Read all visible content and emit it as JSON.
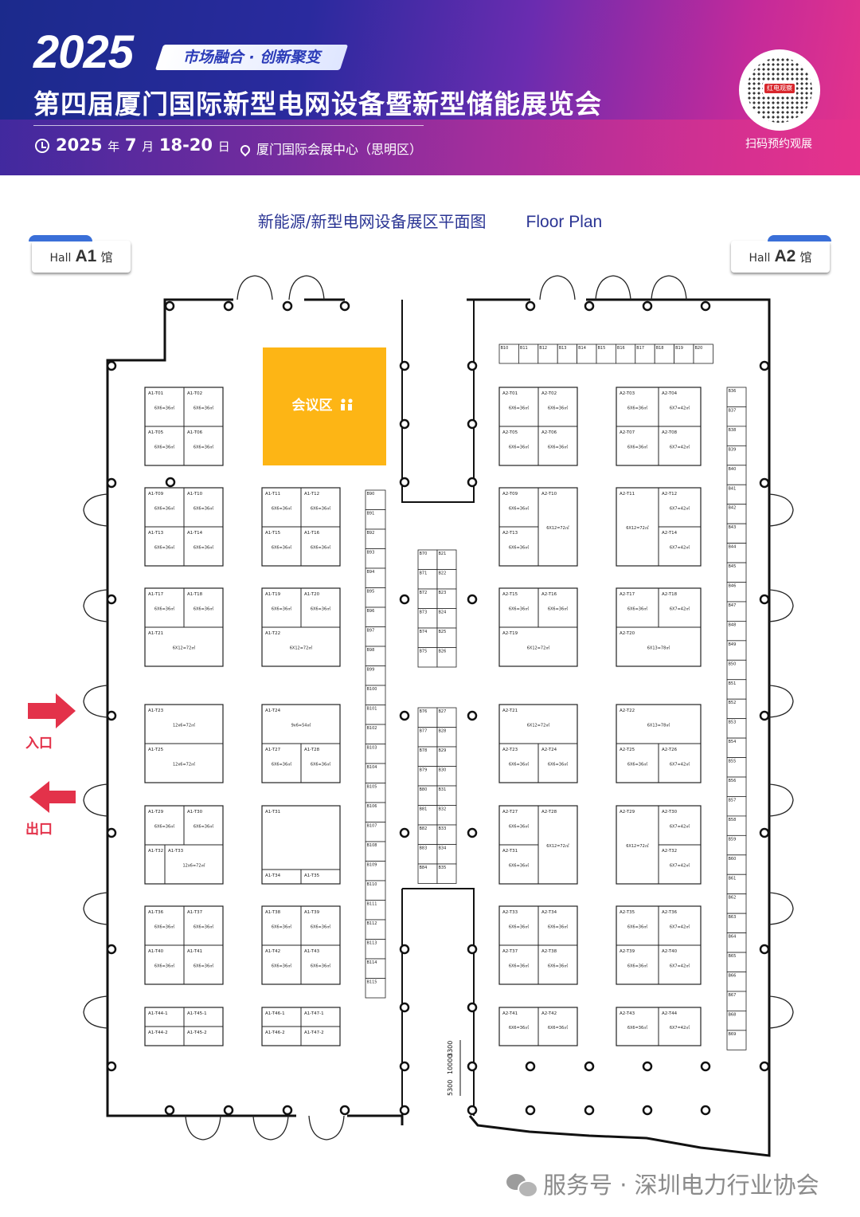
{
  "header": {
    "year": "2025",
    "slogan": "市场融合 · 创新聚变",
    "title": "第四届厦门国际新型电网设备暨新型储能展览会",
    "date_parts": [
      "2025",
      "年",
      "7",
      "月",
      "18-20",
      "日"
    ],
    "venue": "厦门国际会展中心（思明区）",
    "qr_brand": "红电观察",
    "qr_caption": "扫码预约观展"
  },
  "plan": {
    "title_cn": "新能源/新型电网设备展区平面图",
    "title_en": "Floor Plan",
    "meeting_area": "会议区",
    "hall_left": {
      "prefix": "Hall",
      "name": "A1",
      "suffix": "馆"
    },
    "hall_right": {
      "prefix": "Hall",
      "name": "A2",
      "suffix": "馆"
    },
    "entrance": "入口",
    "exit": "出口",
    "dimension_a": "5300",
    "dimension_b": "10000",
    "dimension_c": "3300"
  },
  "booths_a1": [
    {
      "id": "A1-T01",
      "size": "6X6=36㎡"
    },
    {
      "id": "A1-T02",
      "size": "6X6=36㎡"
    },
    {
      "id": "A1-T05",
      "size": "6X6=36㎡"
    },
    {
      "id": "A1-T06",
      "size": "6X6=36㎡"
    },
    {
      "id": "A1-T09",
      "size": "6X6=36㎡"
    },
    {
      "id": "A1-T10",
      "size": "6X6=36㎡"
    },
    {
      "id": "A1-T13",
      "size": "6X6=36㎡"
    },
    {
      "id": "A1-T14",
      "size": "6X6=36㎡"
    },
    {
      "id": "A1-T11",
      "size": "6X6=36㎡"
    },
    {
      "id": "A1-T12",
      "size": "6X6=36㎡"
    },
    {
      "id": "A1-T15",
      "size": "6X6=36㎡"
    },
    {
      "id": "A1-T16",
      "size": "6X6=36㎡"
    },
    {
      "id": "A1-T17",
      "size": "6X6=36㎡"
    },
    {
      "id": "A1-T18",
      "size": "6X6=36㎡"
    },
    {
      "id": "A1-T21",
      "size": "6X12=72㎡"
    },
    {
      "id": "A1-T19",
      "size": "6X6=36㎡"
    },
    {
      "id": "A1-T20",
      "size": "6X6=36㎡"
    },
    {
      "id": "A1-T22",
      "size": "6X12=72㎡"
    },
    {
      "id": "A1-T23",
      "size": "12x6=72㎡"
    },
    {
      "id": "A1-T25",
      "size": "12x6=72㎡"
    },
    {
      "id": "A1-T24",
      "size": "9x6=54㎡"
    },
    {
      "id": "A1-T27",
      "size": "6X6=36㎡"
    },
    {
      "id": "A1-T28",
      "size": "6X6=36㎡"
    },
    {
      "id": "A1-T29",
      "size": "6X6=36㎡"
    },
    {
      "id": "A1-T30",
      "size": "6X6=36㎡"
    },
    {
      "id": "A1-T32",
      "size": ""
    },
    {
      "id": "A1-T33",
      "size": "12x6=72㎡"
    },
    {
      "id": "A1-T31",
      "size": ""
    },
    {
      "id": "A1-T34",
      "size": ""
    },
    {
      "id": "A1-T35",
      "size": ""
    },
    {
      "id": "A1-T36",
      "size": "6X6=36㎡"
    },
    {
      "id": "A1-T37",
      "size": "6X6=36㎡"
    },
    {
      "id": "A1-T40",
      "size": "6X6=36㎡"
    },
    {
      "id": "A1-T41",
      "size": "6X6=36㎡"
    },
    {
      "id": "A1-T38",
      "size": "6X6=36㎡"
    },
    {
      "id": "A1-T39",
      "size": "6X6=36㎡"
    },
    {
      "id": "A1-T42",
      "size": "6X6=36㎡"
    },
    {
      "id": "A1-T43",
      "size": "6X6=36㎡"
    },
    {
      "id": "A1-T44-1",
      "size": ""
    },
    {
      "id": "A1-T45-1",
      "size": ""
    },
    {
      "id": "A1-T44-2",
      "size": ""
    },
    {
      "id": "A1-T45-2",
      "size": ""
    },
    {
      "id": "A1-T46-1",
      "size": ""
    },
    {
      "id": "A1-T47-1",
      "size": ""
    },
    {
      "id": "A1-T46-2",
      "size": ""
    },
    {
      "id": "A1-T47-2",
      "size": ""
    }
  ],
  "booths_a2": [
    {
      "id": "A2-T01",
      "size": "6X6=36㎡"
    },
    {
      "id": "A2-T02",
      "size": "6X6=36㎡"
    },
    {
      "id": "A2-T05",
      "size": "6X6=36㎡"
    },
    {
      "id": "A2-T06",
      "size": "6X6=36㎡"
    },
    {
      "id": "A2-T03",
      "size": "6X6=36㎡"
    },
    {
      "id": "A2-T04",
      "size": "6X7=42㎡"
    },
    {
      "id": "A2-T07",
      "size": "6X6=36㎡"
    },
    {
      "id": "A2-T08",
      "size": "6X7=42㎡"
    },
    {
      "id": "A2-T09",
      "size": "6X6=36㎡"
    },
    {
      "id": "A2-T10",
      "size": "6X12=72㎡"
    },
    {
      "id": "A2-T13",
      "size": "6X6=36㎡"
    },
    {
      "id": "A2-T11",
      "size": "6X12=72㎡"
    },
    {
      "id": "A2-T12",
      "size": "6X7=42㎡"
    },
    {
      "id": "A2-T14",
      "size": "6X7=42㎡"
    },
    {
      "id": "A2-T15",
      "size": "6X6=36㎡"
    },
    {
      "id": "A2-T16",
      "size": "6X6=36㎡"
    },
    {
      "id": "A2-T19",
      "size": "6X12=72㎡"
    },
    {
      "id": "A2-T17",
      "size": "6X6=36㎡"
    },
    {
      "id": "A2-T18",
      "size": "6X7=42㎡"
    },
    {
      "id": "A2-T20",
      "size": "6X13=78㎡"
    },
    {
      "id": "A2-T21",
      "size": "6X12=72㎡"
    },
    {
      "id": "A2-T23",
      "size": "6X6=36㎡"
    },
    {
      "id": "A2-T24",
      "size": "6X6=36㎡"
    },
    {
      "id": "A2-T22",
      "size": "6X13=78㎡"
    },
    {
      "id": "A2-T25",
      "size": "6X6=36㎡"
    },
    {
      "id": "A2-T26",
      "size": "6X7=42㎡"
    },
    {
      "id": "A2-T27",
      "size": "6X6=36㎡"
    },
    {
      "id": "A2-T28",
      "size": "6X12=72㎡"
    },
    {
      "id": "A2-T31",
      "size": "6X6=36㎡"
    },
    {
      "id": "A2-T29",
      "size": "6X12=72㎡"
    },
    {
      "id": "A2-T30",
      "size": "6X7=42㎡"
    },
    {
      "id": "A2-T32",
      "size": "6X7=42㎡"
    },
    {
      "id": "A2-T33",
      "size": "6X6=36㎡"
    },
    {
      "id": "A2-T34",
      "size": "6X6=36㎡"
    },
    {
      "id": "A2-T37",
      "size": "6X6=36㎡"
    },
    {
      "id": "A2-T38",
      "size": "6X6=36㎡"
    },
    {
      "id": "A2-T35",
      "size": "6X6=36㎡"
    },
    {
      "id": "A2-T36",
      "size": "6X7=42㎡"
    },
    {
      "id": "A2-T39",
      "size": "6X6=36㎡"
    },
    {
      "id": "A2-T40",
      "size": "6X7=42㎡"
    },
    {
      "id": "A2-T41",
      "size": "6X6=36㎡"
    },
    {
      "id": "A2-T42",
      "size": "6X6=36㎡"
    },
    {
      "id": "A2-T43",
      "size": "6X6=36㎡"
    },
    {
      "id": "A2-T44",
      "size": "6X7=42㎡"
    }
  ],
  "small_booths": {
    "top_row": [
      "B10",
      "B11",
      "B12",
      "B13",
      "B14",
      "B15",
      "B16",
      "B17",
      "B18",
      "B19",
      "B20"
    ],
    "right_column": [
      "B36",
      "B37",
      "B38",
      "B39",
      "B40",
      "B41",
      "B42",
      "B43",
      "B44",
      "B45",
      "B46",
      "B47",
      "B48",
      "B49",
      "B50",
      "B51",
      "B52",
      "B53",
      "B54",
      "B55",
      "B56",
      "B57",
      "B58",
      "B59",
      "B60",
      "B61",
      "B62",
      "B63",
      "B64",
      "B65",
      "B66",
      "B67",
      "B68",
      "B69"
    ],
    "column_a1": [
      "B90",
      "B91",
      "B92",
      "B93",
      "B94",
      "B95",
      "B96",
      "B97",
      "B98",
      "B99",
      "B100",
      "B101",
      "B102",
      "B103",
      "B104",
      "B105",
      "B106",
      "B107",
      "B108",
      "B109",
      "B110",
      "B111",
      "B112",
      "B113",
      "B114",
      "B115"
    ],
    "center_left_top": [
      "B70",
      "B71",
      "B72",
      "B73",
      "B74",
      "B75"
    ],
    "center_right_top": [
      "B21",
      "B22",
      "B23",
      "B24",
      "B25",
      "B26"
    ],
    "center_left_bottom": [
      "B76",
      "B77",
      "B78",
      "B79",
      "B80",
      "B81",
      "B82",
      "B83",
      "B84"
    ],
    "center_right_bottom": [
      "B27",
      "B28",
      "B29",
      "B30",
      "B31",
      "B32",
      "B33",
      "B34",
      "B35"
    ]
  },
  "footer": {
    "watermark": "服务号 · 深圳电力行业协会"
  },
  "colors": {
    "meeting": "#fdb515",
    "arrow": "#e3324a",
    "title": "#2b3594"
  }
}
